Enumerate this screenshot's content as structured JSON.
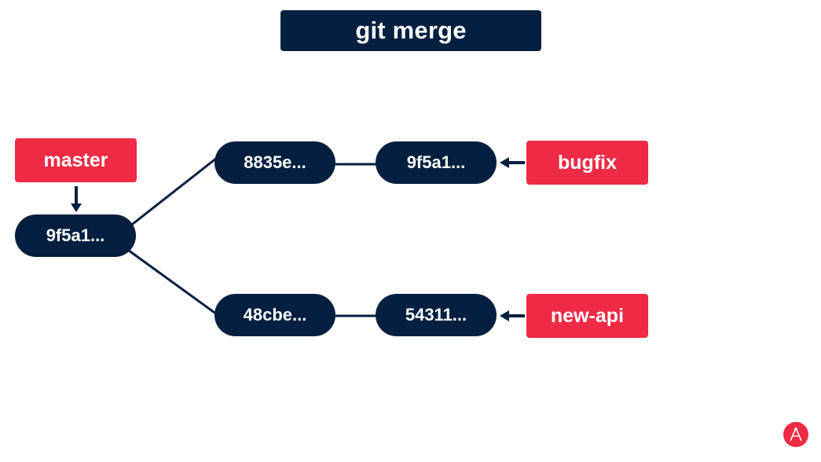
{
  "title": "git merge",
  "colors": {
    "navy": "#041f3f",
    "red": "#ee2a44"
  },
  "commits": [
    {
      "id": "base",
      "label": "9f5a1..."
    },
    {
      "id": "top1",
      "label": "8835e..."
    },
    {
      "id": "top2",
      "label": "9f5a1..."
    },
    {
      "id": "bot1",
      "label": "48cbe..."
    },
    {
      "id": "bot2",
      "label": "54311..."
    }
  ],
  "branches": [
    {
      "id": "master",
      "label": "master"
    },
    {
      "id": "bugfix",
      "label": "bugfix"
    },
    {
      "id": "new_api",
      "label": "new-api"
    }
  ],
  "logo_icon": "letter-a-logo-icon"
}
